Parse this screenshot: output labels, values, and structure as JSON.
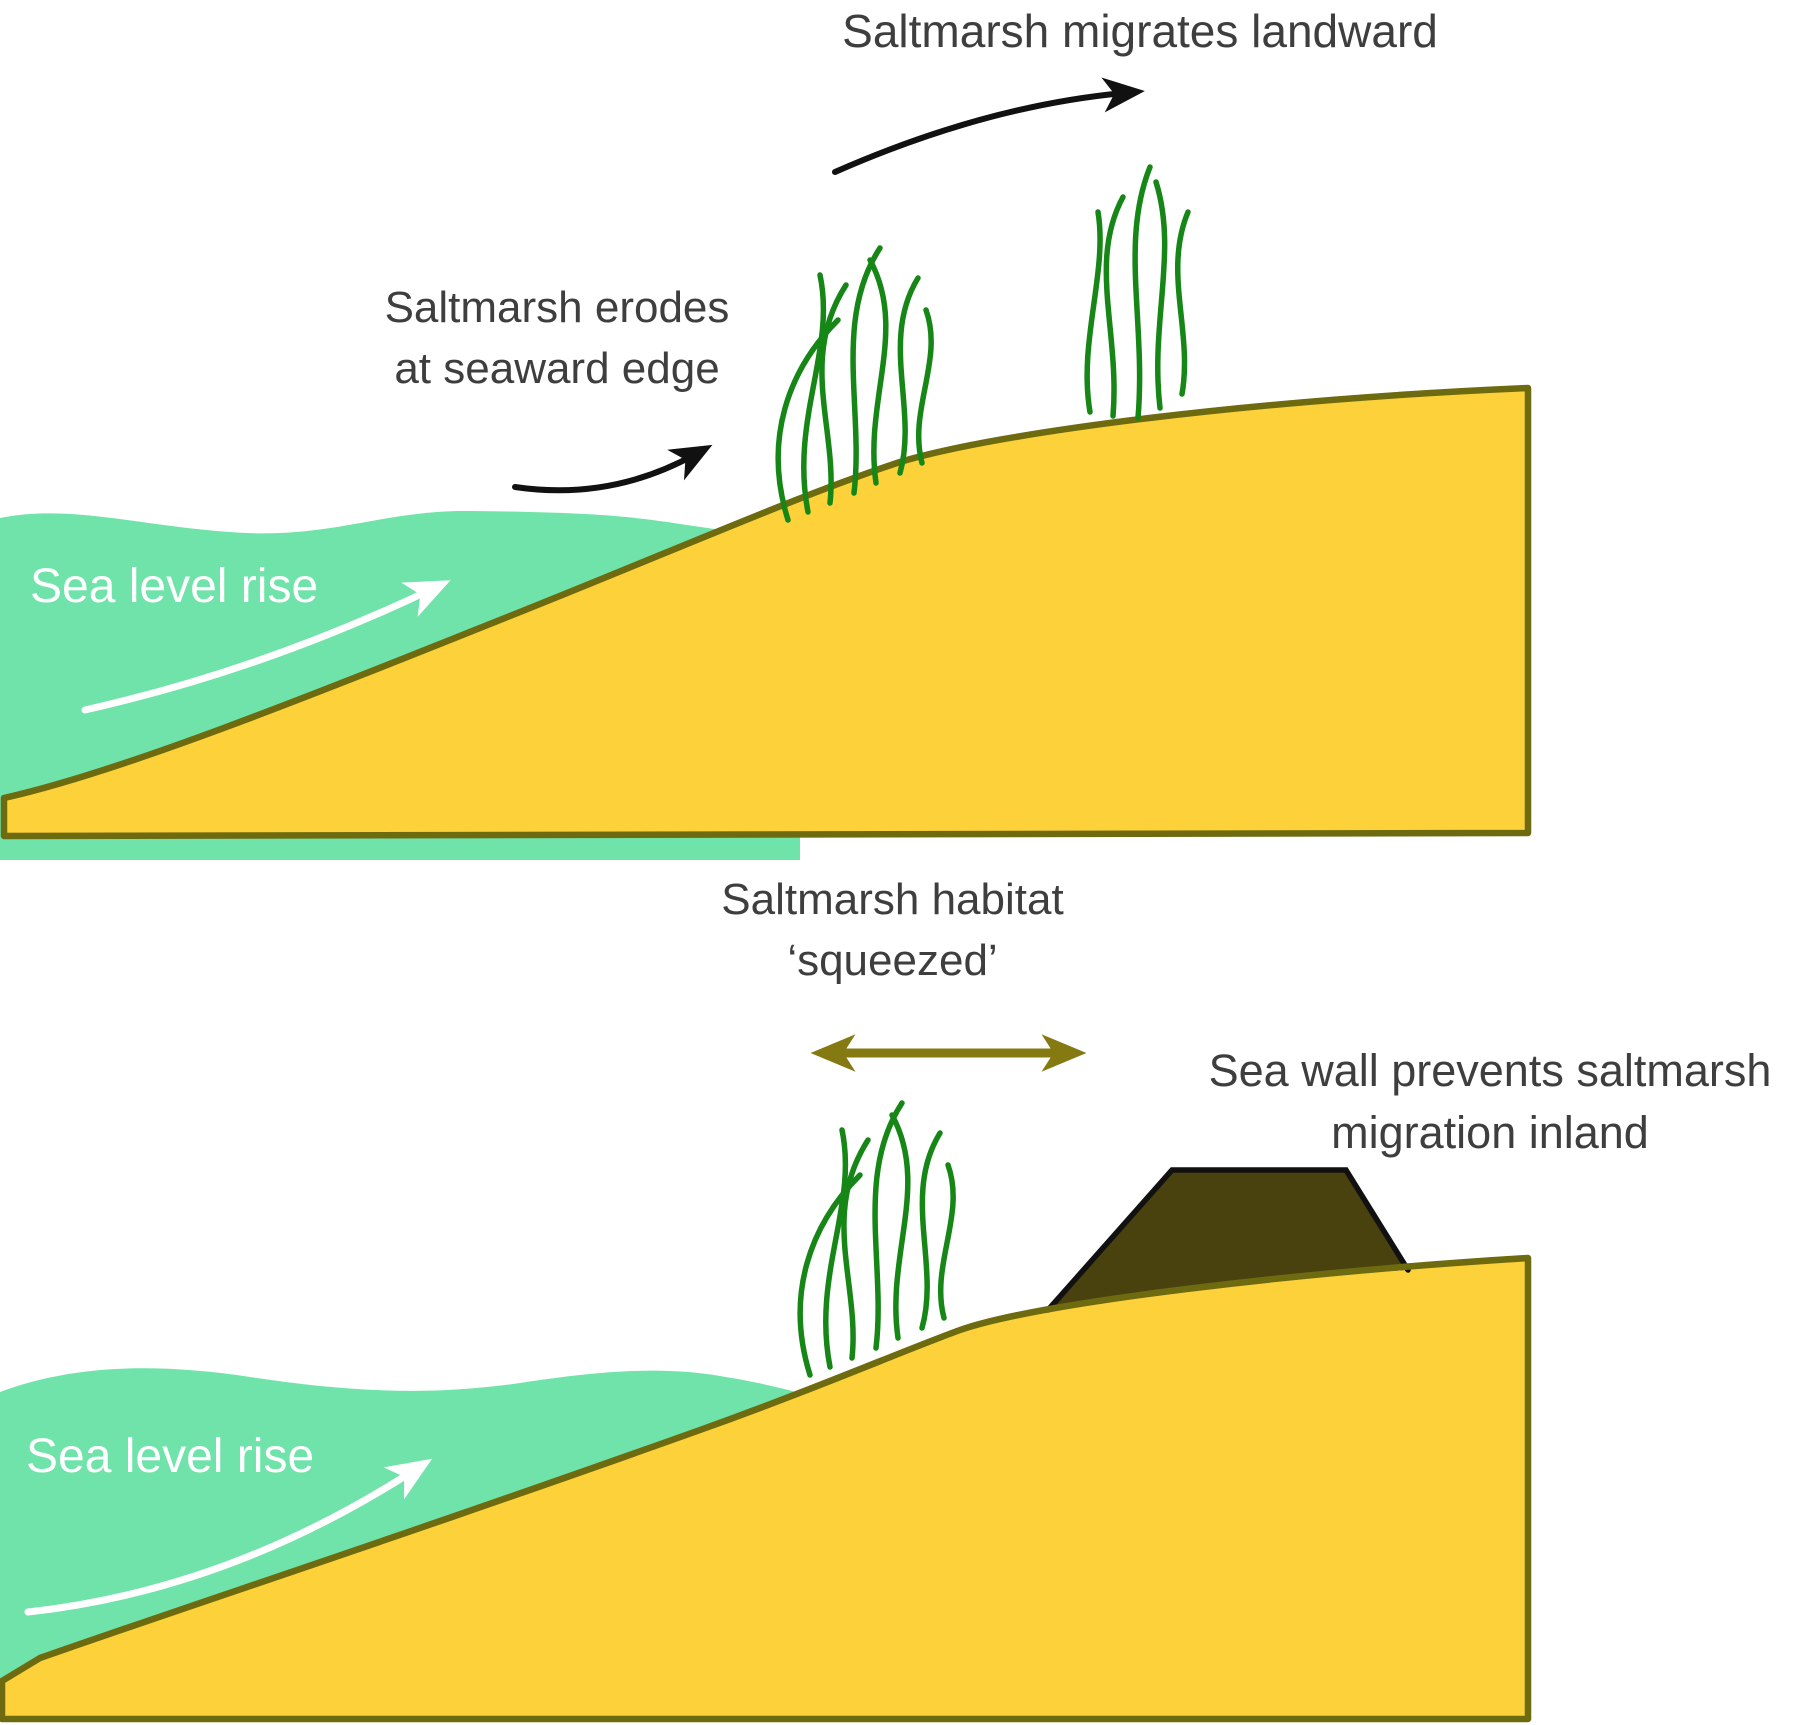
{
  "labels": {
    "migrates": "Saltmarsh migrates landward",
    "erodes_line1": "Saltmarsh erodes",
    "erodes_line2": "at seaward edge",
    "sea_level_rise_top": "Sea level rise",
    "habitat_line1": "Saltmarsh habitat",
    "habitat_line2": "‘squeezed’",
    "seawall_line1": "Sea wall prevents saltmarsh",
    "seawall_line2": "migration inland",
    "sea_level_rise_bottom": "Sea level rise"
  },
  "colors": {
    "sea": "#6fe3a9",
    "land": "#fcd139",
    "land_border": "#6e6a10",
    "grass": "#168616",
    "seawall_fill": "#4a420e",
    "seawall_border": "#111111",
    "squeeze_arrow": "#847a11",
    "black_arrow": "#111111",
    "text": "#3e3e3e",
    "white": "#ffffff"
  },
  "diagram": {
    "type": "two-panel coastal squeeze illustration",
    "panel_top": "sea level rise causes saltmarsh to erode at seaward edge and migrate landward",
    "panel_bottom": "sea wall blocks landward migration so saltmarsh habitat is squeezed"
  }
}
